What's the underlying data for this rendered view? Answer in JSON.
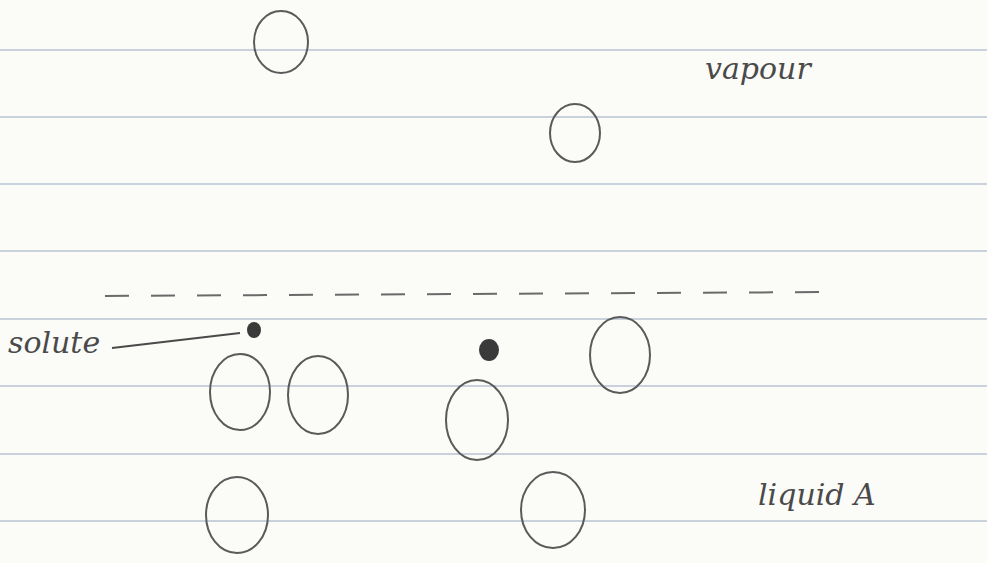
{
  "diagram": {
    "labels": [
      "vapour",
      "solute",
      "liquid A"
    ]
  }
}
